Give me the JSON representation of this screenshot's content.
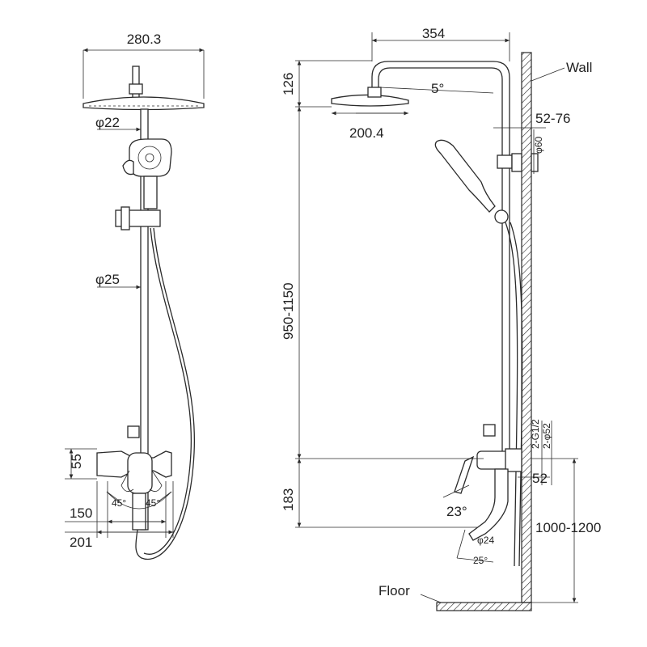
{
  "front_view": {
    "head_width": "280.3",
    "arm_diameter": "φ22",
    "rail_diameter": "φ25",
    "mixer_height": "55",
    "handle_angle_left": "45°",
    "handle_angle_right": "45°",
    "inner_width": "150",
    "outer_width": "201"
  },
  "side_view": {
    "arm_length": "354",
    "head_tilt": "5°",
    "head_diameter": "200.4",
    "top_height": "126",
    "rail_height": "950-1150",
    "bottom_height": "183",
    "wall_label": "Wall",
    "wall_gap": "52-76",
    "bracket_diameter": "φ60",
    "inlet_thread": "2-G1/2",
    "inlet_cover": "2-φ52",
    "inlet_depth": "52",
    "lever_angle": "23°",
    "spout_diameter": "φ24",
    "spout_angle": "25°",
    "install_height": "1000-1200",
    "floor_label": "Floor"
  },
  "colors": {
    "line": "#2a2a2a",
    "background": "#ffffff"
  }
}
